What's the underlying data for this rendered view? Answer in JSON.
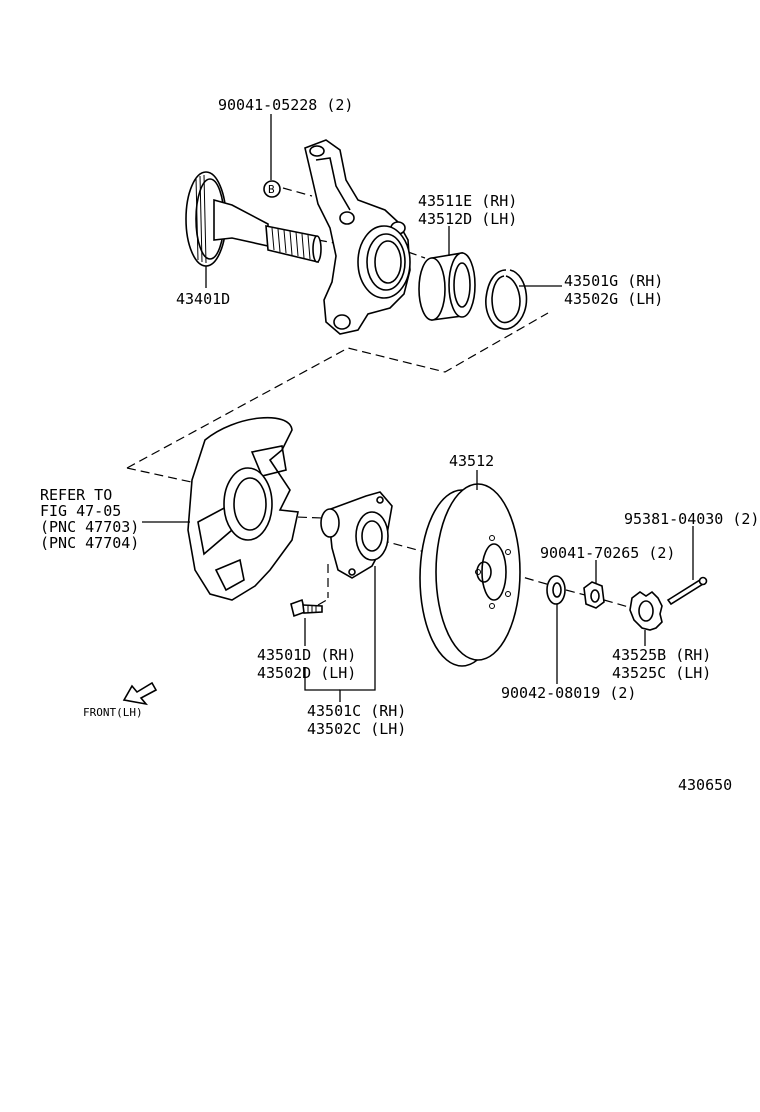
{
  "labels": {
    "bolt_b": "90041-05228 (2)",
    "circle_b": "B",
    "bearing_rh": "43511E (RH)",
    "bearing_lh": "43512D (LH)",
    "snap_rh": "43501G (RH)",
    "snap_lh": "43502G (LH)",
    "shaft": "43401D",
    "refer_1": "REFER TO",
    "refer_2": "FIG 47-05",
    "refer_3": "(PNC 47703)",
    "refer_4": "(PNC 47704)",
    "disc": "43512",
    "cotter": "95381-04030 (2)",
    "nut": "90041-70265 (2)",
    "washer": "90042-08019 (2)",
    "cap_rh": "43525B (RH)",
    "cap_lh": "43525C (LH)",
    "hubbolt_rh": "43501D (RH)",
    "hubbolt_lh": "43502D (LH)",
    "hub_rh": "43501C (RH)",
    "hub_lh": "43502C (LH)",
    "front": "FRONT(LH)",
    "fig_number": "430650"
  }
}
